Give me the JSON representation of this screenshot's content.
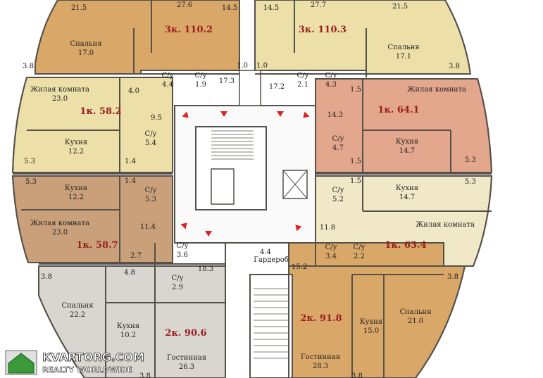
{
  "colors": {
    "orange": "#d9a768",
    "cream": "#ecdfa8",
    "salmon": "#e3a78d",
    "tan": "#c9a07a",
    "grey": "#d9d5cf",
    "light": "#f0e8c6",
    "wall": "#55504a",
    "stair": "#ffffff"
  },
  "apartments": [
    {
      "id": "apt-3k-1102",
      "label": "3к.",
      "area": "110.2"
    },
    {
      "id": "apt-3k-1103",
      "label": "3к.",
      "area": "110.3"
    },
    {
      "id": "apt-1k-582",
      "label": "1к.",
      "area": "58.2"
    },
    {
      "id": "apt-1k-641",
      "label": "1к.",
      "area": "64.1"
    },
    {
      "id": "apt-1k-587",
      "label": "1к.",
      "area": "58.7"
    },
    {
      "id": "apt-1k-634",
      "label": "1к.",
      "area": "63.4"
    },
    {
      "id": "apt-2k-906",
      "label": "2к.",
      "area": "90.6"
    },
    {
      "id": "apt-2k-918",
      "label": "2к.",
      "area": "91.8"
    }
  ],
  "rooms": [
    {
      "n": "21.5"
    },
    {
      "n": "27.6"
    },
    {
      "n": "14.5"
    },
    {
      "n": "14.5"
    },
    {
      "n": "27.7"
    },
    {
      "n": "21.5"
    },
    {
      "t": "Спальня",
      "n": "17.0"
    },
    {
      "t": "Спальня",
      "n": "17.1"
    },
    {
      "n": "3.8"
    },
    {
      "n": "3.8"
    },
    {
      "t": "С/у",
      "n": "4.4"
    },
    {
      "t": "С/у",
      "n": "1.9"
    },
    {
      "n": "17.3"
    },
    {
      "n": "1.0"
    },
    {
      "n": "1.0"
    },
    {
      "n": "17.2"
    },
    {
      "t": "С/у",
      "n": "2.1"
    },
    {
      "t": "С/у",
      "n": "4.3"
    },
    {
      "t": "Жилая комната",
      "n": "23.0"
    },
    {
      "n": "4.0"
    },
    {
      "n": "9.5"
    },
    {
      "t": "Жилая комната"
    },
    {
      "n": "1.5"
    },
    {
      "n": "14.3"
    },
    {
      "t": "Кухня",
      "n": "12.2"
    },
    {
      "t": "С/у",
      "n": "5.4"
    },
    {
      "n": "1.4"
    },
    {
      "t": "С/у",
      "n": "4.7"
    },
    {
      "t": "Кухня",
      "n": "14.7"
    },
    {
      "n": "1.5"
    },
    {
      "n": "5.3"
    },
    {
      "n": "5.3"
    },
    {
      "n": "5.3"
    },
    {
      "n": "5.3"
    },
    {
      "t": "Кухня",
      "n": "12.2"
    },
    {
      "n": "1.4"
    },
    {
      "t": "С/у",
      "n": "5.3"
    },
    {
      "t": "С/у",
      "n": "5.2"
    },
    {
      "n": "1.5"
    },
    {
      "t": "Кухня",
      "n": "14.7"
    },
    {
      "t": "Жилая комната",
      "n": "23.0"
    },
    {
      "n": "11.4"
    },
    {
      "n": "2.7"
    },
    {
      "n": "11.8"
    },
    {
      "t": "Жилая комната"
    },
    {
      "t": "С/у",
      "n": "3.6"
    },
    {
      "n": "18.3"
    },
    {
      "t": "С/у",
      "n": "2.9"
    },
    {
      "n": "4.8"
    },
    {
      "n": "4.4"
    },
    {
      "t": "Гардероб"
    },
    {
      "n": "15.2"
    },
    {
      "t": "С/у",
      "n": "3.4"
    },
    {
      "t": "С/у",
      "n": "2.2"
    },
    {
      "n": "3.8"
    },
    {
      "n": "3.8"
    },
    {
      "t": "Спальня",
      "n": "22.2"
    },
    {
      "t": "Кухня",
      "n": "10.2"
    },
    {
      "t": "Гостинная",
      "n": "26.3"
    },
    {
      "t": "Кухня",
      "n": "15.0"
    },
    {
      "t": "Спальня",
      "n": "21.0"
    },
    {
      "t": "Гостинная",
      "n": "28.3"
    },
    {
      "n": "3.8"
    },
    {
      "n": "3.8"
    }
  ],
  "watermark": {
    "line1": "KVARTORG.COM",
    "line2": "REALTY WORLDWIDE"
  }
}
